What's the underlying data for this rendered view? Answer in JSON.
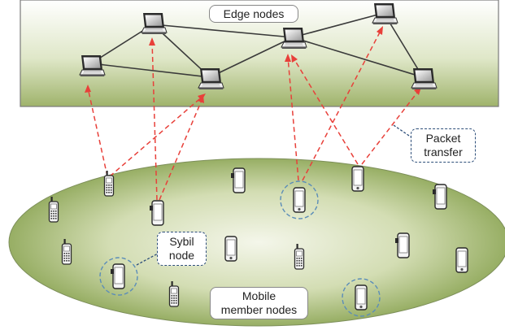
{
  "labels": {
    "edge_nodes": "Edge nodes",
    "packet_transfer_line1": "Packet",
    "packet_transfer_line2": "transfer",
    "sybil_node_line1": "Sybil",
    "sybil_node_line2": "node",
    "mobile_member_line1": "Mobile",
    "mobile_member_line2": "member nodes"
  },
  "colors": {
    "edge_area_top": "#ffffff",
    "edge_area_bottom": "#9fb36b",
    "member_area_center": "#f2f5e6",
    "member_area_edge": "#96ad62",
    "packet_link": "#e8403a",
    "edge_link": "#3a3a3a",
    "sybil_highlight": "#5b8db8",
    "callout_border": "#2e4f7a"
  },
  "icons": {
    "edge_node": "laptop-icon",
    "member_node": "mobile-phone-icon"
  }
}
